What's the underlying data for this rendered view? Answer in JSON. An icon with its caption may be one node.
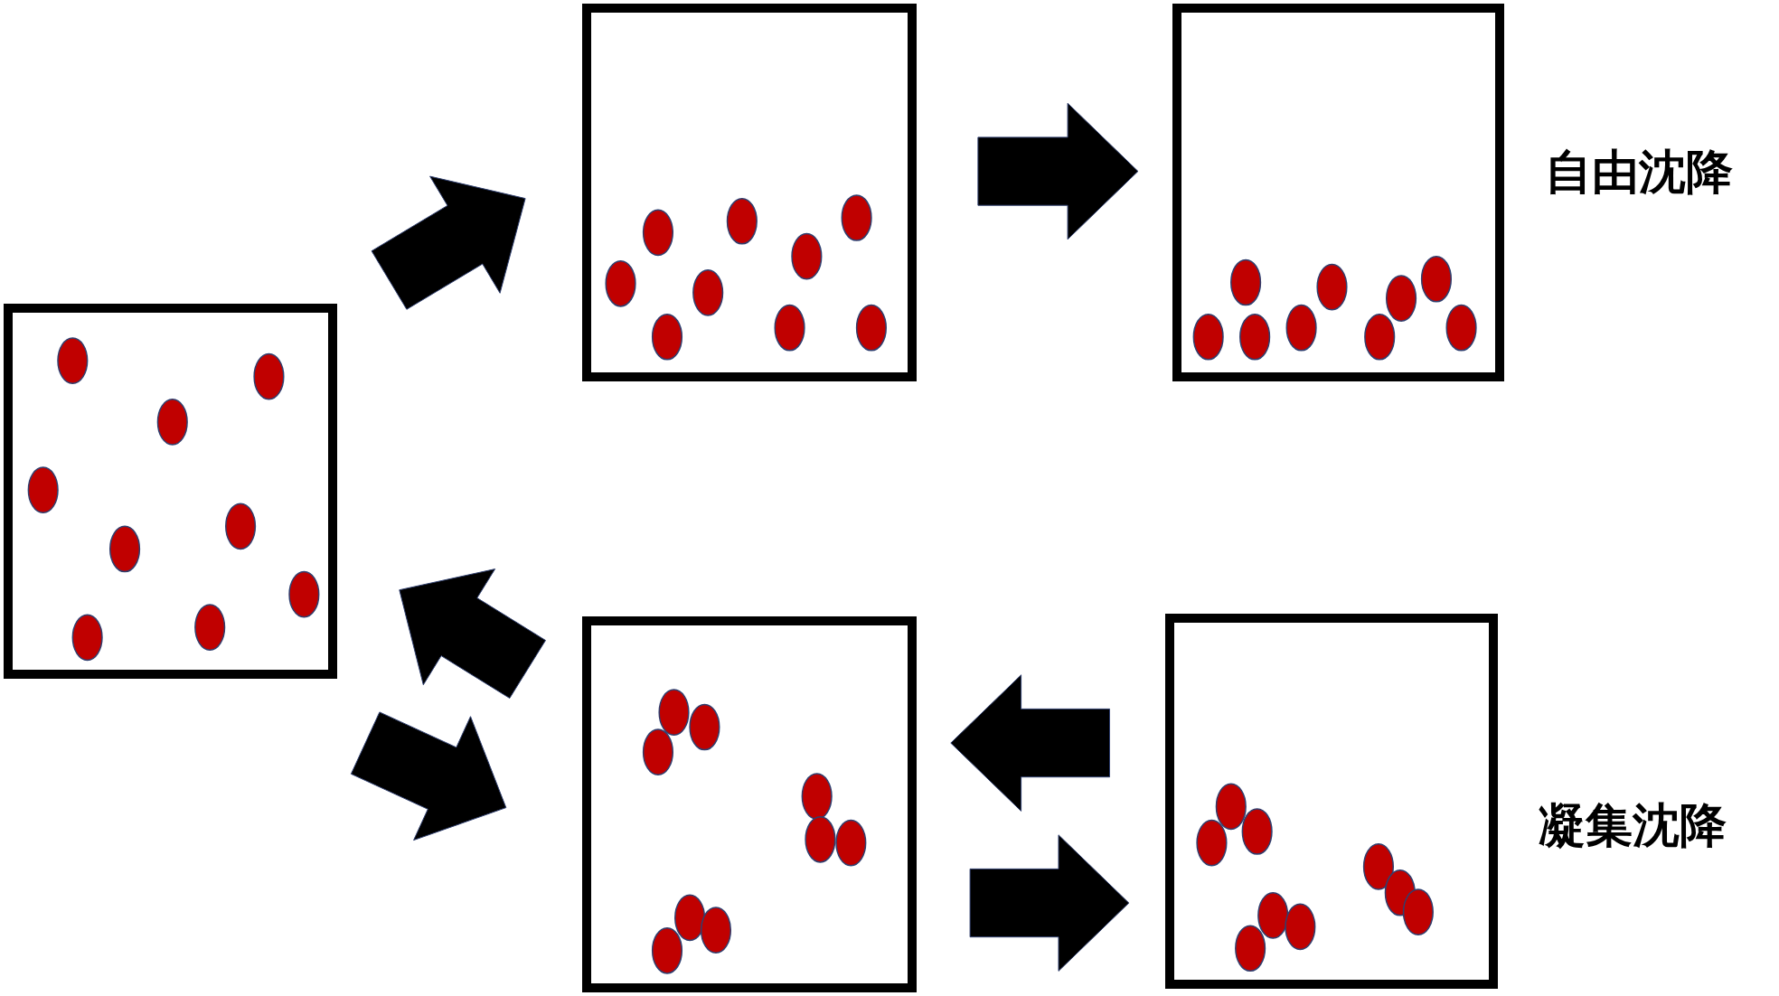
{
  "diagram": {
    "nodes": [
      {
        "text": [],
        "shape": "box"
      },
      {
        "text": [],
        "shape": "box"
      },
      {
        "text": [],
        "shape": "box",
        "beside": [
          "自由沈降"
        ]
      },
      {
        "text": [],
        "shape": "box"
      },
      {
        "text": [],
        "shape": "box",
        "beside": [
          "凝集沈降"
        ]
      }
    ],
    "edges": [
      {
        "from": 0,
        "to": 1,
        "arrow": "to"
      },
      {
        "from": 1,
        "to": 2,
        "arrow": "to"
      },
      {
        "from": 3,
        "to": 0,
        "arrow": "to"
      },
      {
        "from": 0,
        "to": 3,
        "arrow": "to"
      },
      {
        "from": 4,
        "to": 3,
        "arrow": "to"
      },
      {
        "from": 3,
        "to": 4,
        "arrow": "to"
      }
    ]
  }
}
